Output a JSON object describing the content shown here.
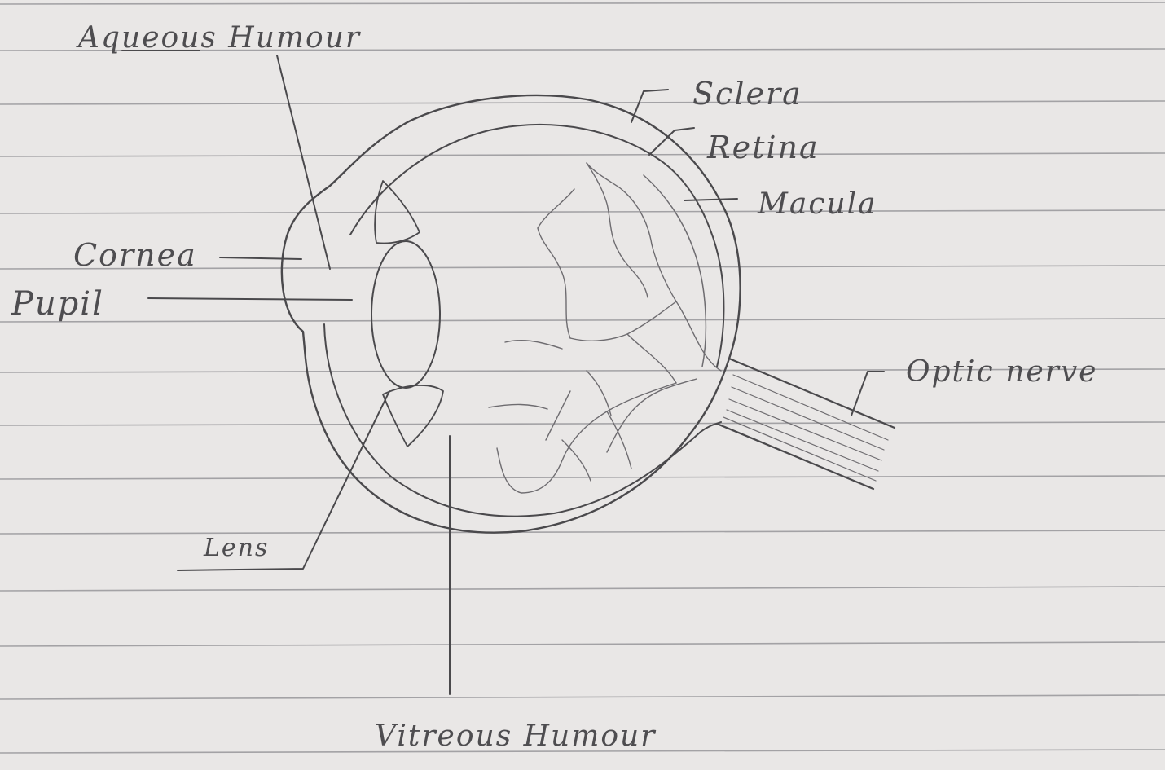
{
  "labels": {
    "aqueous_humour": "Aqueous Humour",
    "sclera": "Sclera",
    "retina": "Retina",
    "macula": "Macula",
    "cornea": "Cornea",
    "pupil": "Pupil",
    "optic_nerve": "Optic nerve",
    "lens": "Lens",
    "vitreous_humour": "Vitreous Humour"
  },
  "colors": {
    "paper": "#e9e7e6",
    "pencil": "#4a494c",
    "ruled_line": "#6a6a70"
  }
}
